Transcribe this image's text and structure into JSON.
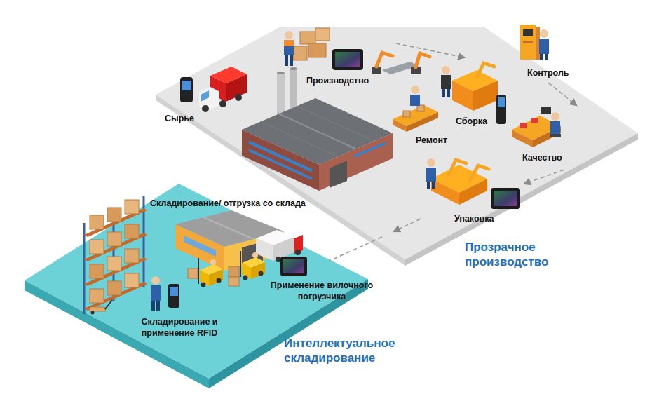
{
  "diagram": {
    "nodes": [
      {
        "text": [
          "Прозрачное производство"
        ]
      },
      {
        "text": [
          "Интеллектуальное складирование"
        ]
      }
    ],
    "labels": [
      "Сырье",
      "Производство",
      "Контроль",
      "Сборка",
      "Ремонт",
      "Качество",
      "Упаковка",
      "Складирование/ отгрузка со склада",
      "Применение вилочного погрузчика",
      "Складирование и применение RFID"
    ]
  }
}
